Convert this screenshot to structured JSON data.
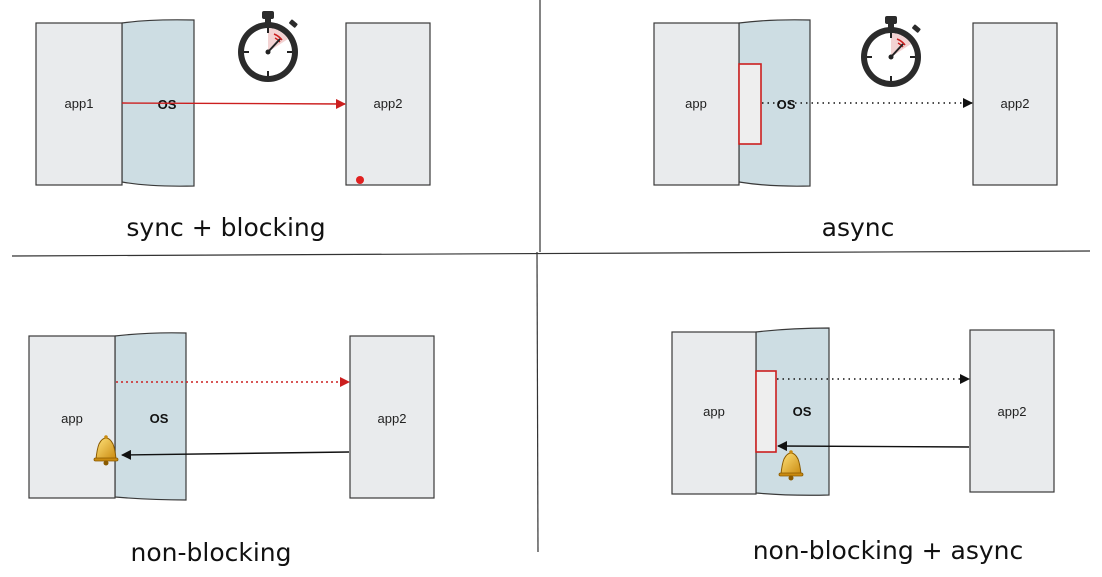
{
  "panels": {
    "sync_blocking": {
      "left_box": "app1",
      "os": "OS",
      "right_box": "app2",
      "caption": "sync + blocking",
      "icon": "stopwatch-icon"
    },
    "async": {
      "left_box": "app",
      "os": "OS",
      "right_box": "app2",
      "caption": "async",
      "icon": "stopwatch-icon"
    },
    "non_blocking": {
      "left_box": "app",
      "os": "OS",
      "right_box": "app2",
      "caption": "non-blocking",
      "icon": "bell-icon"
    },
    "non_blocking_async": {
      "left_box": "app",
      "os": "OS",
      "right_box": "app2",
      "caption": "non-blocking + async",
      "icon": "bell-icon"
    }
  },
  "colors": {
    "accent_red": "#cc1f1f",
    "os_fill": "#cddde3",
    "box_fill": "#e9ebed",
    "bell": "#d9a21b"
  }
}
